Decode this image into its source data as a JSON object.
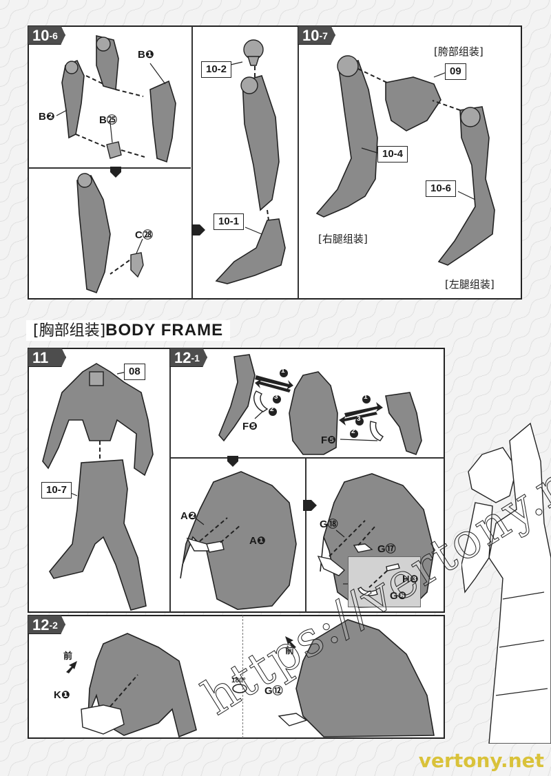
{
  "steps": {
    "s10_6": {
      "num": "10",
      "sub": "-6"
    },
    "s10_7": {
      "num": "10",
      "sub": "-7"
    },
    "s11": {
      "num": "11"
    },
    "s12_1": {
      "num": "12",
      "sub": "-1"
    },
    "s12_2": {
      "num": "12",
      "sub": "-2"
    }
  },
  "labels": {
    "b1": "B❶",
    "b2": "B❷",
    "b25": "B㉕",
    "c28": "C㉘",
    "l10_2": "10-2",
    "l10_1": "10-1",
    "l09": "09",
    "l10_4": "10-4",
    "l10_6": "10-6",
    "hip": "[胯部组装]",
    "right_leg": "[右腿组装]",
    "left_leg": "[左腿组装]",
    "l08": "08",
    "l10_7": "10-7",
    "f5a": "F❺",
    "f5b": "F❺",
    "a2": "A❷",
    "a1": "A❶",
    "g18": "G⑱",
    "g17": "G⑰",
    "h8": "H❽",
    "g8": "G❽",
    "k1": "K❶",
    "g12": "G⑫",
    "front1": "前",
    "front2": "前",
    "deg180": "180°",
    "n1a": "1",
    "n2a": "2",
    "n3a": "3",
    "n1b": "1",
    "n2b": "2",
    "n3b": "3"
  },
  "section": {
    "cn": "[胸部组装]",
    "en": "BODY FRAME"
  },
  "watermark": "https://vertony.net",
  "footer": "vertony.net"
}
